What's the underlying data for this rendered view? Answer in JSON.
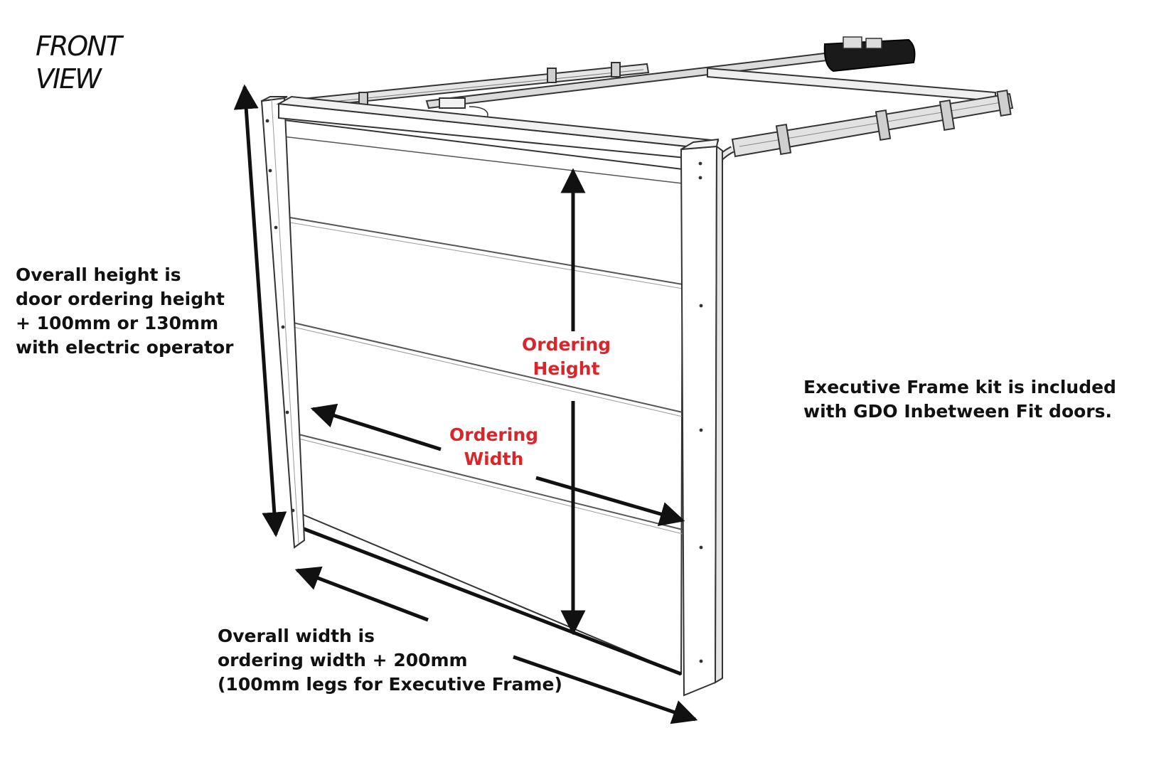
{
  "view_title": [
    "FRONT",
    "VIEW"
  ],
  "overall_height_note": [
    "Overall height is",
    "door ordering height",
    "+ 100mm or 130mm",
    "with electric operator"
  ],
  "ordering_height_label": [
    "Ordering",
    "Height"
  ],
  "ordering_width_label": [
    "Ordering",
    "Width"
  ],
  "executive_frame_note": [
    "Executive Frame kit is included",
    "with GDO Inbetween Fit doors."
  ],
  "overall_width_note": [
    "Overall width is",
    "ordering width + 200mm",
    "(100mm legs for Executive Frame)"
  ],
  "colors": {
    "accent_label": "#d9262b",
    "text": "#111111",
    "line": "#222222",
    "frame_fill": "#ffffff",
    "track_fill": "#e6e6e6",
    "operator_fill": "#1a1a1a"
  }
}
